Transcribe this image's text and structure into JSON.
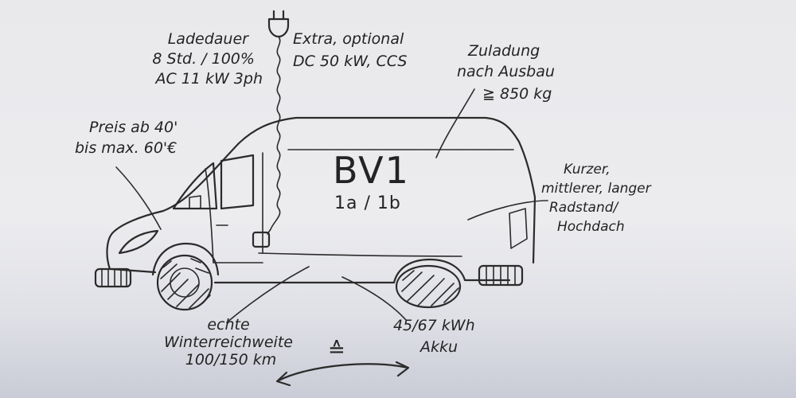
{
  "labels": {
    "ladedauer": [
      "Ladedauer",
      "8 Std. / 100%",
      "AC 11 kW 3ph"
    ],
    "extra": [
      "Extra, optional",
      "DC 50 kW, CCS"
    ],
    "zuladung": [
      "Zuladung",
      "nach Ausbau",
      "≧ 850 kg"
    ],
    "preis": [
      "Preis ab 40'",
      "bis max. 60'€"
    ],
    "vehicle_name": "BV1",
    "vehicle_sub": "1a / 1b",
    "radstand": [
      "Kurzer,",
      "mittlerer, langer",
      "Radstand/",
      "Hochdach"
    ],
    "reichweite": [
      "echte",
      "Winterreichweite",
      "100/150 km"
    ],
    "equiv": "≙",
    "akku": [
      "45/67 kWh",
      "Akku"
    ]
  }
}
